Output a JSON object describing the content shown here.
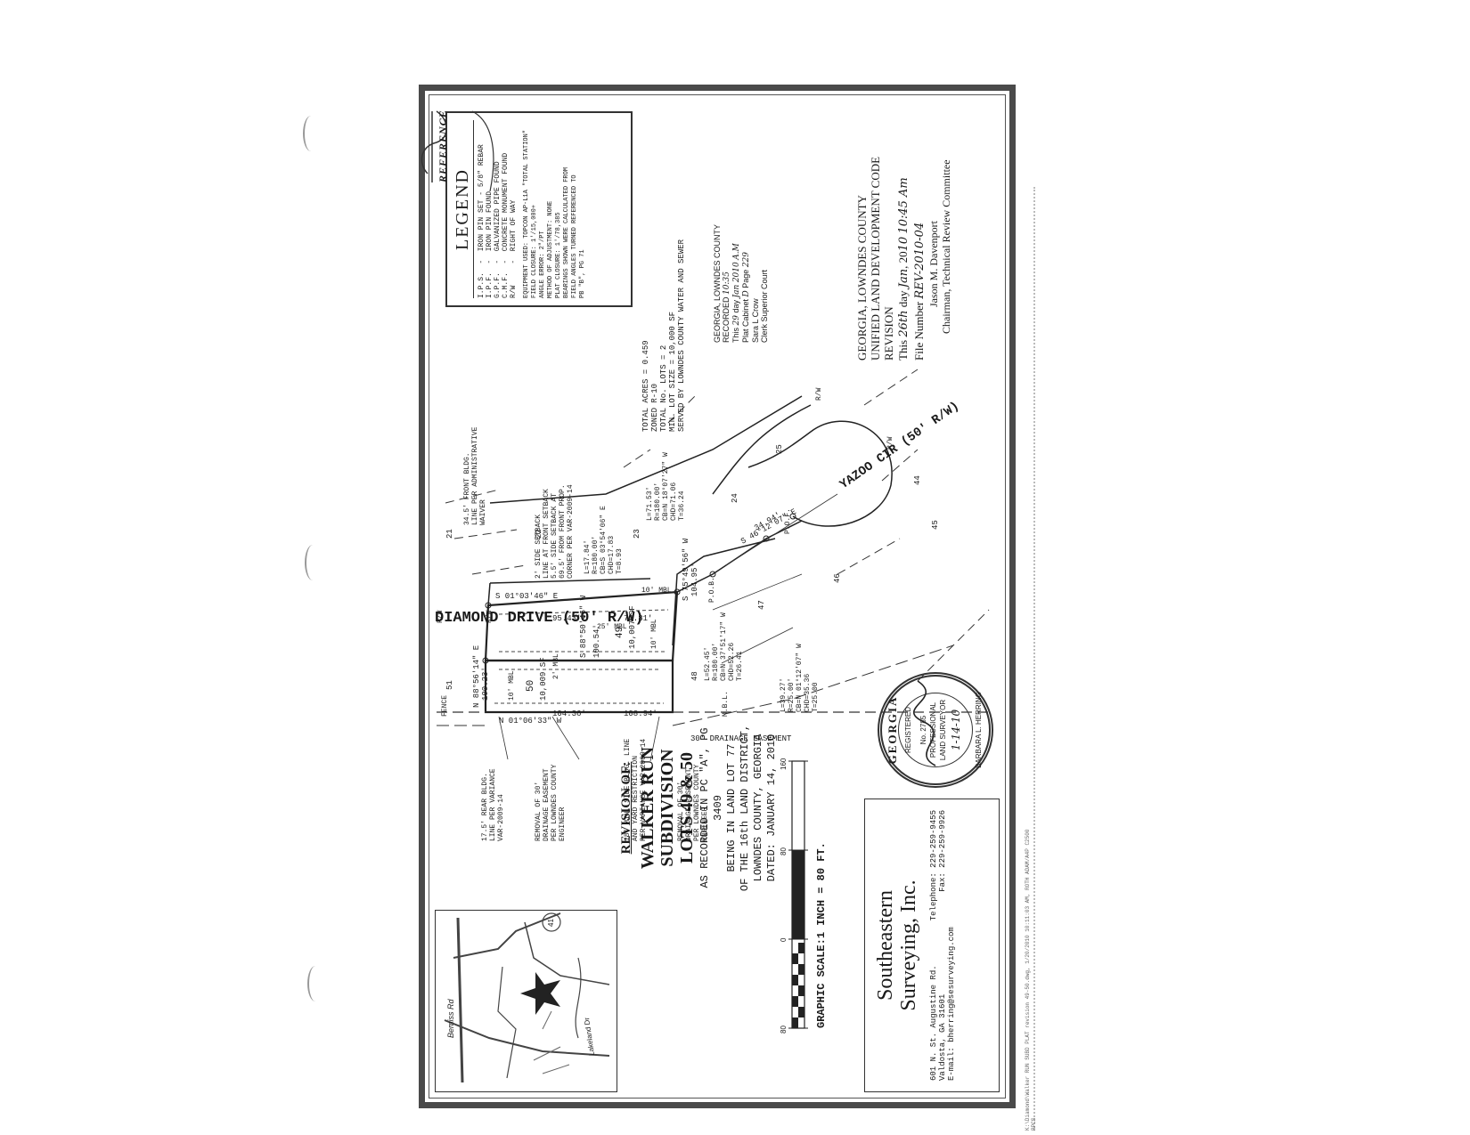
{
  "title_block": {
    "heading": "REVISION OF:",
    "subdivision": "WALKER RUN SUBDIVISION",
    "lots": "LOTS 49 & 50",
    "lines": [
      "AS RECORDED IN PC \"A\", PG 3409",
      "BEING IN LAND LOT 77",
      "OF THE 16th LAND DISTRICT,",
      "LOWNDES COUNTY, GEORGIA",
      "DATED: JANUARY 14, 2010"
    ]
  },
  "scale": {
    "label": "GRAPHIC SCALE:1 INCH = 80 FT.",
    "ticks": [
      "80",
      "0",
      "80",
      "160"
    ]
  },
  "company": {
    "name_line1": "Southeastern",
    "name_line2": "Surveying, Inc.",
    "address1": "601 N. St. Augustine Rd.",
    "address2": "Valdosta, GA 31601",
    "email": "E-mail: bherring@sesurveying.com",
    "telephone": "Telephone: 229-259-9455",
    "fax": "Fax: 229-259-9926"
  },
  "seal": {
    "state": "GEORGIA",
    "registered": "REGISTERED",
    "number": "No. 2785",
    "professional": "PROFESSIONAL",
    "land_surveyor": "LAND SURVEYOR",
    "name": "BARBARA L. HERRING",
    "date": "1-14-10"
  },
  "vicinity": {
    "roads": [
      "Bemiss Rd",
      "Lakeland Dr",
      "Bemiss Rd"
    ],
    "route": "41"
  },
  "reference": "REFERENCE",
  "legend": {
    "title": "LEGEND",
    "items": [
      "I.P.S.  -  IRON PIN SET - 5/8\" REBAR",
      "I.P.F.  -  IRON PIN FOUND",
      "G.P.F.  -  GALVANIZED PIPE FOUND",
      "C.M.F.  -  CONCRETE MONUMENT FOUND",
      "R/W     -  RIGHT OF WAY"
    ],
    "notes": [
      "EQUIPMENT USED: TOPCON AP-L1A \"TOTAL STATION\"",
      "FIELD CLOSURE: 1'/15,000+",
      "ANGLE ERROR: 2\"/PT",
      "METHOD OF ADJUSTMENT: NONE",
      "PLAT CLOSURE: 1'/78,385",
      "BEARINGS SHOWN WERE CALCULATED FROM",
      "FIELD ANGLES TURNED REFERENCED TO",
      "PB \"B\", PG 71"
    ]
  },
  "site_data": [
    "TOTAL ACRES = 0.459",
    "ZONED R-10",
    "TOTAL No. LOTS = 2",
    "MIN. LOT SIZE = 10,000 SF",
    "SERVED BY LOWNDES COUNTY WATER AND SEWER"
  ],
  "recording": {
    "lines": [
      "GEORGIA, LOWNDES COUNTY",
      "RECORDED",
      "This",
      "day",
      "Plat Cabinet",
      "Page",
      "Sara L Crow",
      "Clerk Superior Court"
    ],
    "hand_time": "10:35",
    "hand_day": "29",
    "hand_month": "Jan",
    "hand_year": "2010",
    "hand_ampm": "A.M",
    "hand_cabinet": "D",
    "hand_page": "229"
  },
  "approval": {
    "lines": [
      "GEORGIA, LOWNDES COUNTY",
      "UNIFIED LAND DEVELOPMENT CODE",
      "REVISION",
      "This",
      "day",
      "20",
      "File Number",
      "Jason M. Davenport",
      "Chairman, Technical Review Committee"
    ],
    "hand_day": "26th",
    "hand_month": "Jan",
    "hand_year": "10",
    "hand_time": "10:45 Am",
    "hand_file": "REV-2010-04"
  },
  "plat": {
    "road": "DIAMOND DRIVE (50' R/W)",
    "cul_de_sac": "YAZOO CIR (50' R/W)",
    "rw": "R/W",
    "bearings": {
      "front": "S 01°03'46\" E",
      "rear": "N 01°06'33\" W",
      "north_line": "N 88°56'14\" E",
      "mid_line": "S 88°50'46\" W",
      "south_line": "S 75°49'56\" W",
      "yazoo_line": "S 46°12'07\" E"
    },
    "distances": [
      "95.43'",
      "72.81'",
      "104.36'",
      "108.94'",
      "100.23'",
      "100.54'",
      "104.95'",
      "34.94'"
    ],
    "lot50": {
      "number": "50",
      "area": "10,009 SF",
      "mbl": "10' MBL"
    },
    "lot49": {
      "number": "49",
      "area": "10,007 SF",
      "mbl": "10' MBL"
    },
    "mbl_labels": [
      "25' MBL",
      "2' MBL",
      "10' MBL",
      "M.B.L."
    ],
    "lot_numbers": [
      "51",
      "21",
      "22",
      "23",
      "24",
      "25",
      "48",
      "47",
      "46",
      "45",
      "44"
    ],
    "curve1": [
      "L=17.84'",
      "R=180.00'",
      "CB=S 03°54'06\" E",
      "CHD=17.83",
      "T=8.93"
    ],
    "curve2": [
      "L=71.53'",
      "R=180.00'",
      "CB=N 18°07'27\" W",
      "CHD=71.06",
      "T=36.24"
    ],
    "curve3": [
      "L=52.45'",
      "R=180.00'",
      "CB=N 37°51'17\" W",
      "CHD=52.26",
      "T=26.41"
    ],
    "curve4": [
      "L=39.27'",
      "R=25.00'",
      "CB=N 01°12'07\" W",
      "CHD=35.36",
      "T=25.00"
    ],
    "pob": "P.O.B.",
    "pof": "P.O.F.",
    "fence": "FENCE",
    "drainage": "30' DRAINAGE EASEMENT",
    "note_front": [
      "34.5' FRONT BLDG.",
      "LINE PER ADMINISTRATIVE",
      "WAIVER"
    ],
    "note_side": [
      "2' SIDE SETBACK",
      "LINE AT FRONT SETBACK",
      "5.5' SIDE SETBACK AT",
      "69.5' FROM FRONT PROP.",
      "CORNER PER VAR-2009-14"
    ],
    "note_rear": [
      "17.5' REAR BLDG.",
      "LINE PER VARIANCE",
      "VAR-2009-14"
    ],
    "note_removal1": [
      "REMOVAL OF 30'",
      "DRAINAGE EASEMENT",
      "PER LOWNDES COUNTY",
      "ENGINEER"
    ],
    "note_min_side": [
      "18' MIN. SIDE BLDG. LINE",
      "AND YARD RESTRICTION",
      "PER VARIANCE VAR-2009-14"
    ],
    "note_removal2": [
      "REMOVAL OF 30'",
      "DRAINAGE EASEMENT",
      "PER LOWNDES COUNTY",
      "ENGINEER"
    ]
  },
  "footer_path": "K:\\Diamond\\Walker RUN SUBD PLAT revision 49-50.dwg, 1/20/2010 10:11:03 AM, ROTH ADAM/A4P C2500 RPCS"
}
